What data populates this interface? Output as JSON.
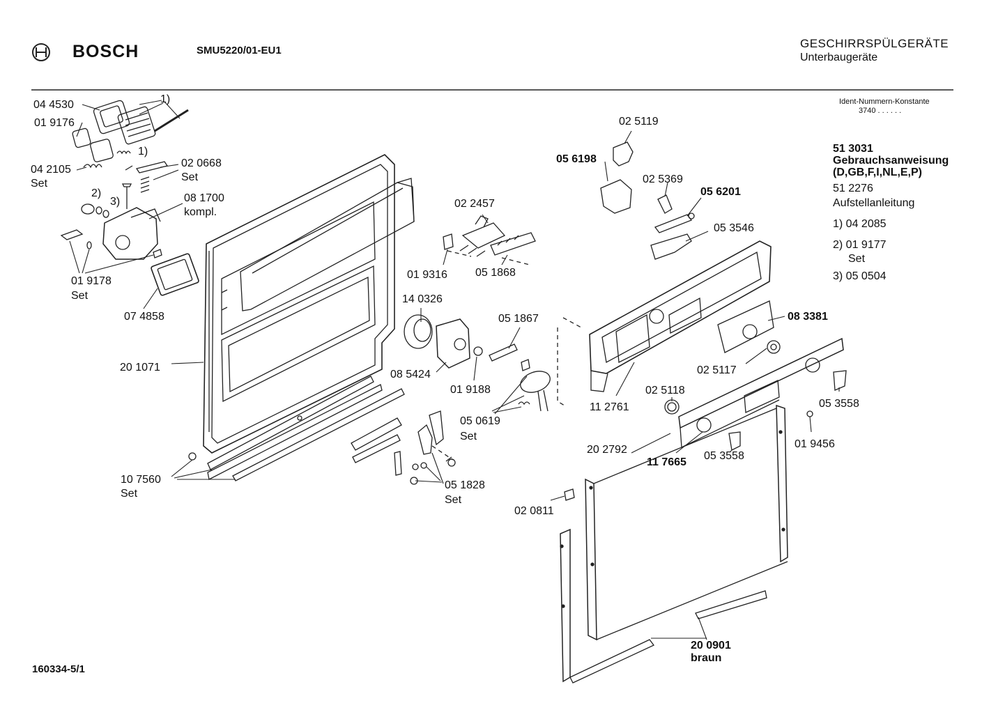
{
  "header": {
    "brand": "BOSCH",
    "model": "SMU5220/01-EU1",
    "category": "GESCHIRRSPÜLGERÄTE",
    "subcategory": "Unterbaugeräte"
  },
  "ident": {
    "title": "Ident-Nummern-Konstante",
    "value": "3740  . .   . . . ."
  },
  "side_notes": {
    "doc1_number": "51 3031",
    "doc1_name": "Gebrauchsanweisung",
    "doc1_langs": "(D,GB,F,I,NL,E,P)",
    "doc2_number": "51 2276",
    "doc2_name": "Aufstellanleitung",
    "note1": "1) 04 2085",
    "note2": "2) 01 9177",
    "note2_set": "Set",
    "note3": "3) 05 0504"
  },
  "footer": {
    "drawing_number": "160334-5/1"
  },
  "labels": {
    "p044530": "04 4530",
    "p019176": "01 9176",
    "p042105": "04 2105",
    "p042105_set": "Set",
    "note1_ref": "1)",
    "note1_ref_b": "1)",
    "note2_ref": "2)",
    "note3_ref": "3)",
    "p020668": "02 0668",
    "p020668_set": "Set",
    "p081700": "08 1700",
    "p081700_kompl": "kompl.",
    "p019178": "01 9178",
    "p019178_set": "Set",
    "p074858": "07 4858",
    "p201071": "20 1071",
    "p107560": "10 7560",
    "p107560_set": "Set",
    "p022457": "02 2457",
    "p019316": "01 9316",
    "p051868": "05 1868",
    "p140326": "14 0326",
    "p085424": "08 5424",
    "p019188": "01 9188",
    "p051867": "05 1867",
    "p050619": "05 0619",
    "p050619_set": "Set",
    "p051828": "05 1828",
    "p051828_set": "Set",
    "p025119": "02 5119",
    "p056198": "05 6198",
    "p025369": "02 5369",
    "p056201": "05 6201",
    "p053546": "05 3546",
    "p083381": "08 3381",
    "p025117": "02 5117",
    "p112761": "11 2761",
    "p025118": "02 5118",
    "p053558a": "05 3558",
    "p202792": "20 2792",
    "p117665": "11 7665",
    "p053558b": "05 3558",
    "p019456": "01 9456",
    "p020811": "02 0811",
    "p200901": "20 0901",
    "p200901_color": "braun"
  }
}
